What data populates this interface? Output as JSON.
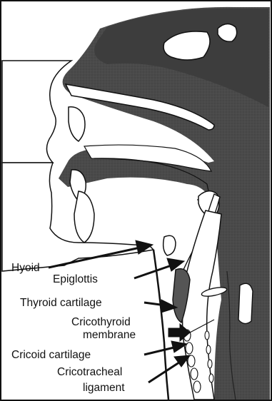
{
  "diagram": {
    "colors": {
      "tissue": "#4a4a4a",
      "tissue_dark": "#333333",
      "outline": "#111111",
      "background": "#ffffff",
      "label": "#111111"
    },
    "labels": {
      "hyoid": "Hyoid",
      "epiglottis": "Epiglottis",
      "thyroid_cartilage": "Thyroid cartilage",
      "cricothyroid_line1": "Cricothyroid",
      "cricothyroid_line2": "membrane",
      "cricoid_cartilage": "Cricoid cartilage",
      "cricotracheal_line1": "Cricotracheal",
      "cricotracheal_line2": "ligament"
    }
  }
}
